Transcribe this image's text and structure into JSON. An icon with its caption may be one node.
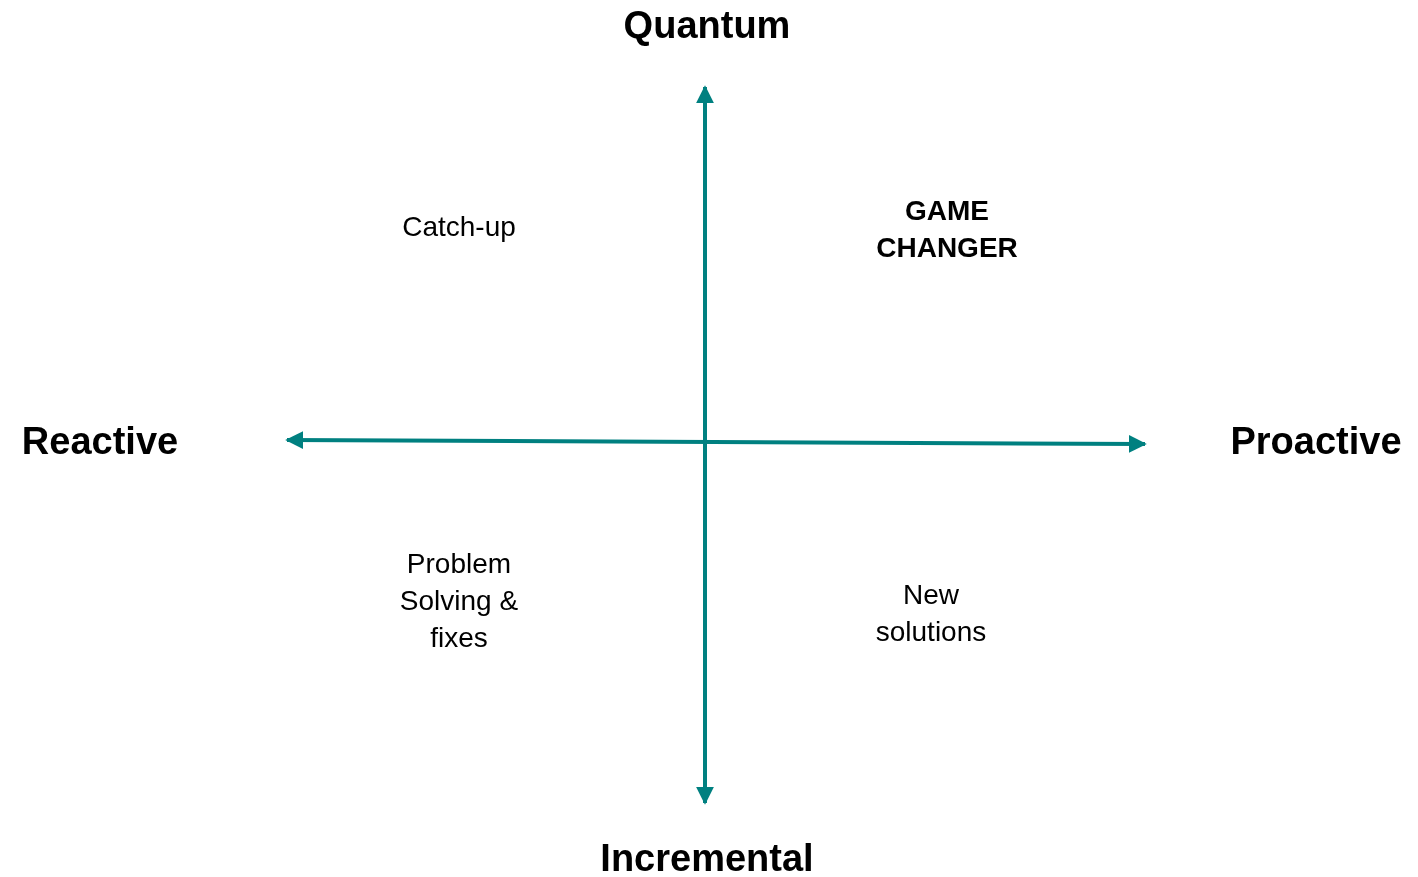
{
  "diagram": {
    "labels": [
      "Quantum",
      "Catch-up",
      "GAME CHANGER",
      "Reactive",
      "Proactive",
      "Problem Solving & fixes",
      "New solutions",
      "Incremental"
    ]
  }
}
